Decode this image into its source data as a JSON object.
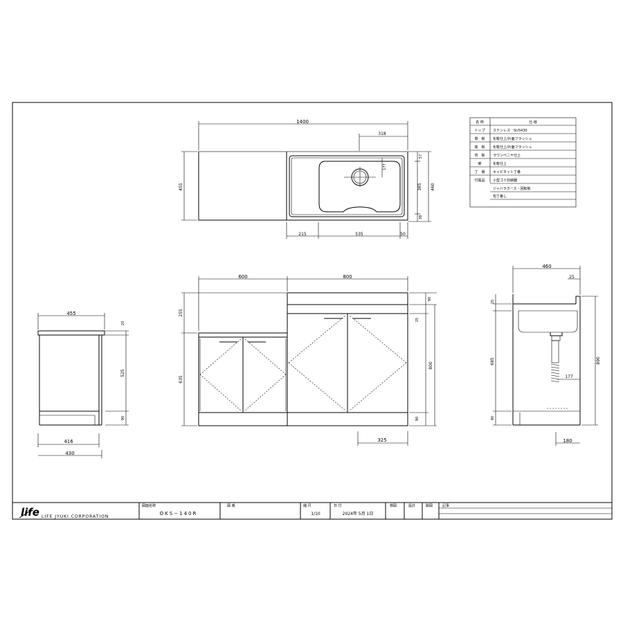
{
  "spec_table": {
    "header": {
      "name": "名 称",
      "spec": "仕 様"
    },
    "rows": [
      {
        "name": "トップ",
        "spec": "ステンレス　SUS430"
      },
      {
        "name": "側　板",
        "spec": "化粧仕上/片面フラッシュ"
      },
      {
        "name": "底　板",
        "spec": "化粧仕上/片面フラッシュ"
      },
      {
        "name": "背　板",
        "spec": "ラワンベニヤ仕上"
      },
      {
        "name": "扉",
        "spec": "化粧仕上"
      },
      {
        "name": "丁　番",
        "spec": "キャビネット丁番"
      },
      {
        "name": "付属品",
        "spec": "小型ゴミ収納器"
      },
      {
        "name": "",
        "spec": "ジャバラホース・回転板"
      },
      {
        "name": "",
        "spec": "包丁差し"
      },
      {
        "name": "",
        "spec": ""
      }
    ]
  },
  "plan_view": {
    "dims": {
      "width": "1400",
      "depth": "455",
      "drain": "318",
      "bowl_depth": "365",
      "overall_depth": "460",
      "back": "57",
      "front": "38",
      "drain_y": "177",
      "left_edge": "215",
      "bowl_width": "535",
      "right_edge": "50"
    }
  },
  "front_view": {
    "dims": {
      "left_w": "600",
      "right_w": "800",
      "step": "255",
      "lower_h": "635",
      "top_thk": "90",
      "door_gap": "25",
      "sink_h": "800",
      "plinth": "90",
      "drain_x": "325"
    }
  },
  "left_view": {
    "dims": {
      "width": "455",
      "top": "20",
      "body": "525",
      "plinth": "90",
      "inner": "416",
      "outer": "430"
    }
  },
  "right_view": {
    "dims": {
      "width": "460",
      "edge": "25",
      "top": "25",
      "body": "685",
      "total": "890",
      "plinth": "90",
      "drain": "177",
      "drain_x": "180"
    }
  },
  "title_block": {
    "logo": "life",
    "company": "LIFE JYUKI CORPORATION",
    "drawing_name_label": "図面名称",
    "drawing_name": "OKS−140R",
    "drawing_no_label": "図 番",
    "scale_label": "縮 尺",
    "scale": "1/10",
    "date_label": "日 付",
    "date": "2024年 5月 1日",
    "check_label": "検図",
    "design_label": "設計",
    "draw_label": "製図",
    "notes_label": "記事"
  }
}
